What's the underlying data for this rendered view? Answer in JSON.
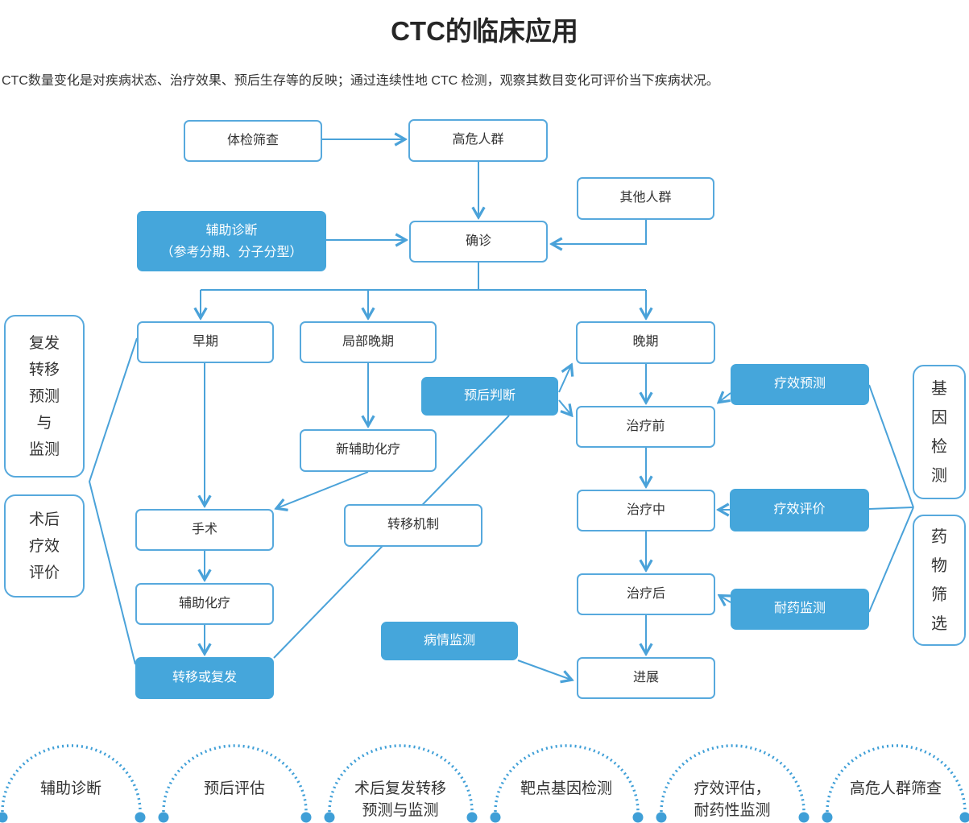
{
  "title": "CTC的临床应用",
  "subtitle": "CTC数量变化是对疾病状态、治疗效果、预后生存等的反映；通过连续性地 CTC 检测，观察其数目变化可评价当下疾病状况。",
  "colors": {
    "accent_fill": "#45a6db",
    "line_blue": "#4aa2d9",
    "box_border": "#57a9dd",
    "arc_blue": "#3f9fd7",
    "text_dark": "#333333",
    "text_on_blue": "#ffffff"
  },
  "nodes": {
    "physical_screening": "体检筛查",
    "high_risk": "高危人群",
    "other_population": "其他人群",
    "aux_diagnosis": {
      "lines": [
        "辅助诊断",
        "（参考分期、分子分型）"
      ]
    },
    "confirmed": "确诊",
    "early_stage": "早期",
    "local_advanced": "局部晚期",
    "advanced": "晚期",
    "prognosis": "预后判断",
    "neoadjuvant": "新辅助化疗",
    "efficacy_prediction": "疗效预测",
    "pre_treatment": "治疗前",
    "in_treatment": "治疗中",
    "efficacy_evaluation": "疗效评价",
    "post_treatment": "治疗后",
    "drug_resistance_monitoring": "耐药监测",
    "progression": "进展",
    "surgery": "手术",
    "metastasis_mechanism": "转移机制",
    "adjuvant_chemo": "辅助化疗",
    "metastasis_or_relapse": "转移或复发",
    "disease_monitoring": "病情监测",
    "relapse_prediction": {
      "lines": [
        "复发",
        "转移",
        "预测",
        "与",
        "监测"
      ]
    },
    "postop_evaluation": {
      "lines": [
        "术后",
        "疗效",
        "评价"
      ]
    },
    "gene_testing": {
      "lines": [
        "基",
        "因",
        "检",
        "测"
      ]
    },
    "drug_screening": {
      "lines": [
        "药",
        "物",
        "筛",
        "选"
      ]
    }
  },
  "bottom_arcs": [
    {
      "lines": [
        "辅助诊断"
      ]
    },
    {
      "lines": [
        "预后评估"
      ]
    },
    {
      "lines": [
        "术后复发转移",
        "预测与监测"
      ]
    },
    {
      "lines": [
        "靶点基因检测"
      ]
    },
    {
      "lines": [
        "疗效评估，",
        "耐药性监测"
      ]
    },
    {
      "lines": [
        "高危人群筛查"
      ]
    }
  ]
}
